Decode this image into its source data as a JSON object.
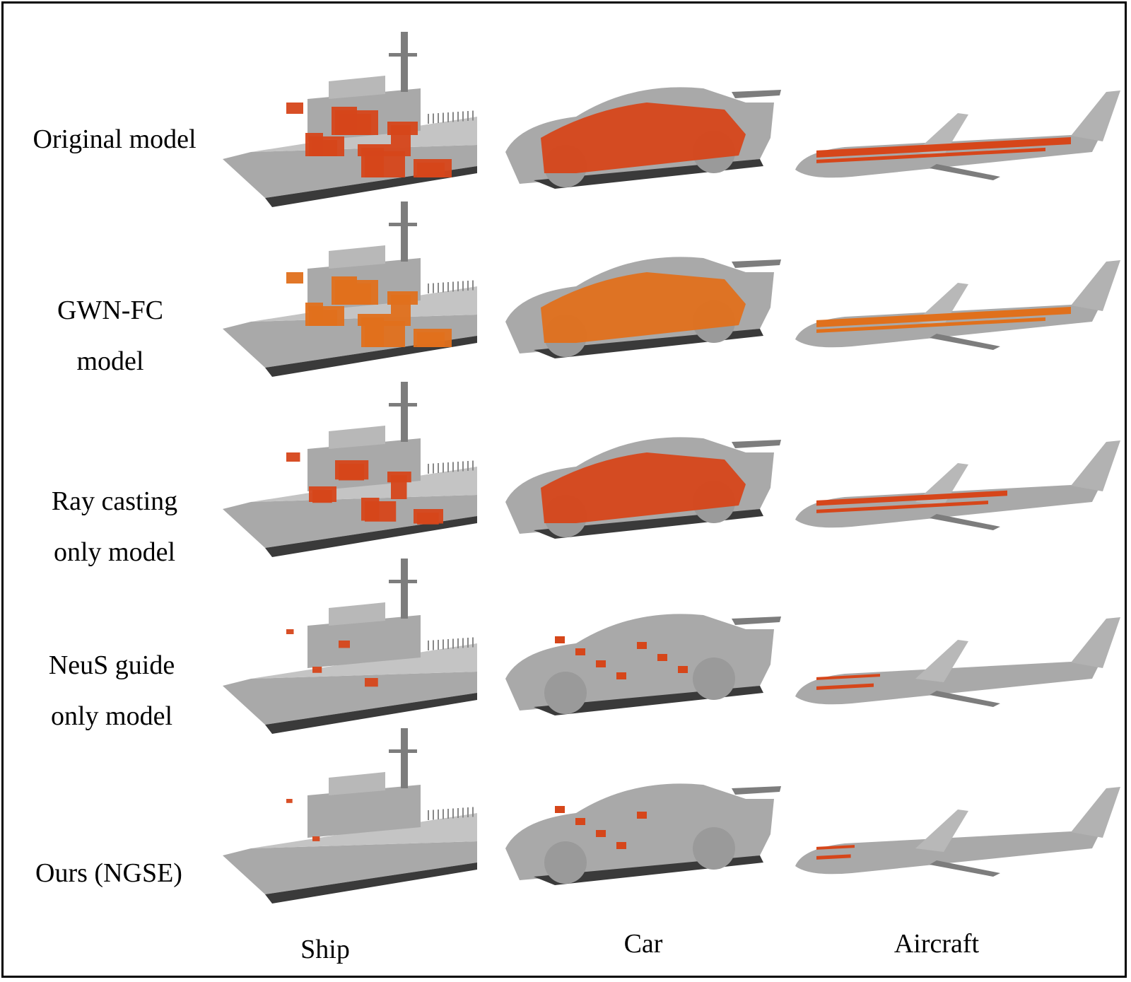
{
  "rows": [
    {
      "line1": "Original model",
      "line2": ""
    },
    {
      "line1": "GWN-FC",
      "line2": "model"
    },
    {
      "line1": "Ray casting",
      "line2": "only model"
    },
    {
      "line1": "NeuS guide",
      "line2": "only model"
    },
    {
      "line1": "Ours (NGSE)",
      "line2": ""
    }
  ],
  "columns": [
    "Ship",
    "Car",
    "Aircraft"
  ],
  "colors": {
    "hull": "#a9a9a9",
    "hull_dark": "#7d7d7d",
    "shadow": "#3a3a3a",
    "interior_red": "#d6461a",
    "interior_orange": "#e0701c"
  }
}
